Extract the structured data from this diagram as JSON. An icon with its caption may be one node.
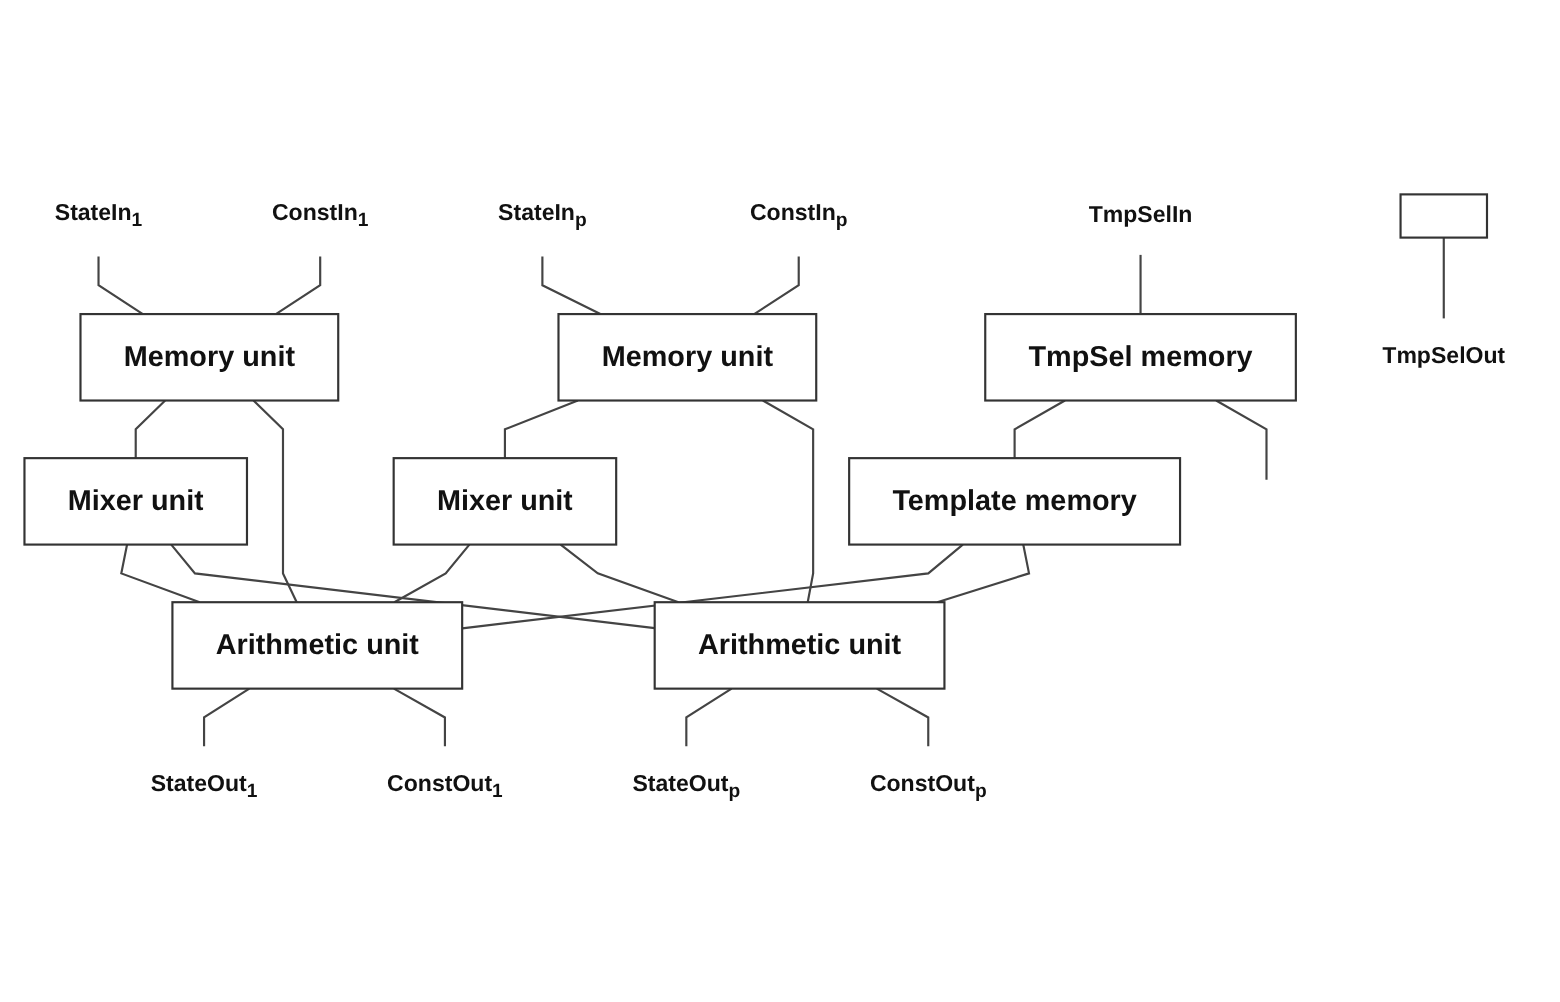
{
  "diagram": {
    "nodes": [
      {
        "text": [
          "StateIn$_{1}$"
        ]
      },
      {
        "text": [
          "ConstIn$_{1}$"
        ]
      },
      {
        "text": [
          "StateIn$_{p}$"
        ]
      },
      {
        "text": [
          "ConstIn$_{p}$"
        ]
      },
      {
        "text": [
          "TmpSelIn"
        ]
      },
      {
        "text": [
          "Memory unit"
        ]
      },
      {
        "text": [
          "Memory unit"
        ]
      },
      {
        "text": [
          "TmpSel memory"
        ]
      },
      {
        "text": [
          "Mixer unit"
        ]
      },
      {
        "text": [
          "Mixer unit"
        ]
      },
      {
        "text": [
          "Template memory"
        ]
      },
      {
        "text": [
          "Arithmetic unit"
        ]
      },
      {
        "text": [
          "Arithmetic unit"
        ]
      },
      {
        "text": [],
        "shape": "box"
      },
      {
        "text": [
          "StateOut$_{1}$"
        ]
      },
      {
        "text": [
          "ConstOut$_{1}$"
        ]
      },
      {
        "text": [
          "StateOut$_{p}$"
        ]
      },
      {
        "text": [
          "ConstOut$_{p}$"
        ]
      },
      {
        "text": [
          "TmpSelOut"
        ]
      }
    ],
    "edges": [
      {
        "from": 0,
        "to": 5,
        "arrow": "none"
      },
      {
        "from": 1,
        "to": 5,
        "arrow": "none"
      },
      {
        "from": 2,
        "to": 6,
        "arrow": "none"
      },
      {
        "from": 3,
        "to": 6,
        "arrow": "none"
      },
      {
        "from": 4,
        "to": 7,
        "arrow": "none"
      },
      {
        "from": 5,
        "to": 8,
        "arrow": "none"
      },
      {
        "from": 5,
        "to": 11,
        "arrow": "none"
      },
      {
        "from": 6,
        "to": 9,
        "arrow": "none"
      },
      {
        "from": 6,
        "to": 12,
        "arrow": "none"
      },
      {
        "from": 7,
        "to": 10,
        "arrow": "none"
      },
      {
        "from": 7,
        "to": null,
        "arrow": "none"
      },
      {
        "from": 8,
        "to": 11,
        "arrow": "none"
      },
      {
        "from": 8,
        "to": 12,
        "arrow": "none"
      },
      {
        "from": 9,
        "to": 11,
        "arrow": "none"
      },
      {
        "from": 9,
        "to": 12,
        "arrow": "none"
      },
      {
        "from": 10,
        "to": 11,
        "arrow": "none"
      },
      {
        "from": 10,
        "to": 12,
        "arrow": "none"
      },
      {
        "from": 11,
        "to": 14,
        "arrow": "none"
      },
      {
        "from": 11,
        "to": 15,
        "arrow": "none"
      },
      {
        "from": 12,
        "to": 16,
        "arrow": "none"
      },
      {
        "from": 12,
        "to": 17,
        "arrow": "none"
      },
      {
        "from": 13,
        "to": 18,
        "arrow": "none"
      }
    ]
  }
}
